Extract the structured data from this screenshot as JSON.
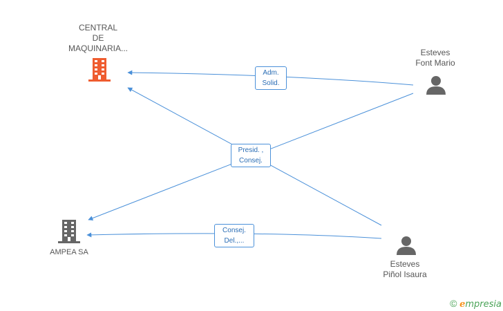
{
  "nodes": {
    "central": {
      "label_lines": [
        "CENTRAL",
        "DE",
        "MAQUINARIA..."
      ],
      "icon": "building-icon",
      "color": "#ef5c2f"
    },
    "ampea": {
      "label_lines": [
        "AMPEA SA"
      ],
      "icon": "building-icon",
      "color": "#666666"
    },
    "esteves_font": {
      "label_lines": [
        "Esteves",
        "Font Mario"
      ],
      "icon": "person-icon",
      "color": "#666666"
    },
    "esteves_pinol": {
      "label_lines": [
        "Esteves",
        "Piñol Isaura"
      ],
      "icon": "person-icon",
      "color": "#666666"
    }
  },
  "edges": {
    "adm": {
      "label_lines": [
        "Adm.",
        "Solid."
      ]
    },
    "presid": {
      "label_lines": [
        "Presid. ,",
        "Consej."
      ]
    },
    "consej": {
      "label_lines": [
        "Consej.",
        "Del.,..."
      ]
    }
  },
  "colors": {
    "edge": "#4a90d9"
  },
  "footer": {
    "copyright_symbol": "©",
    "brand_first_letter": "e",
    "brand_rest": "mpresia"
  }
}
